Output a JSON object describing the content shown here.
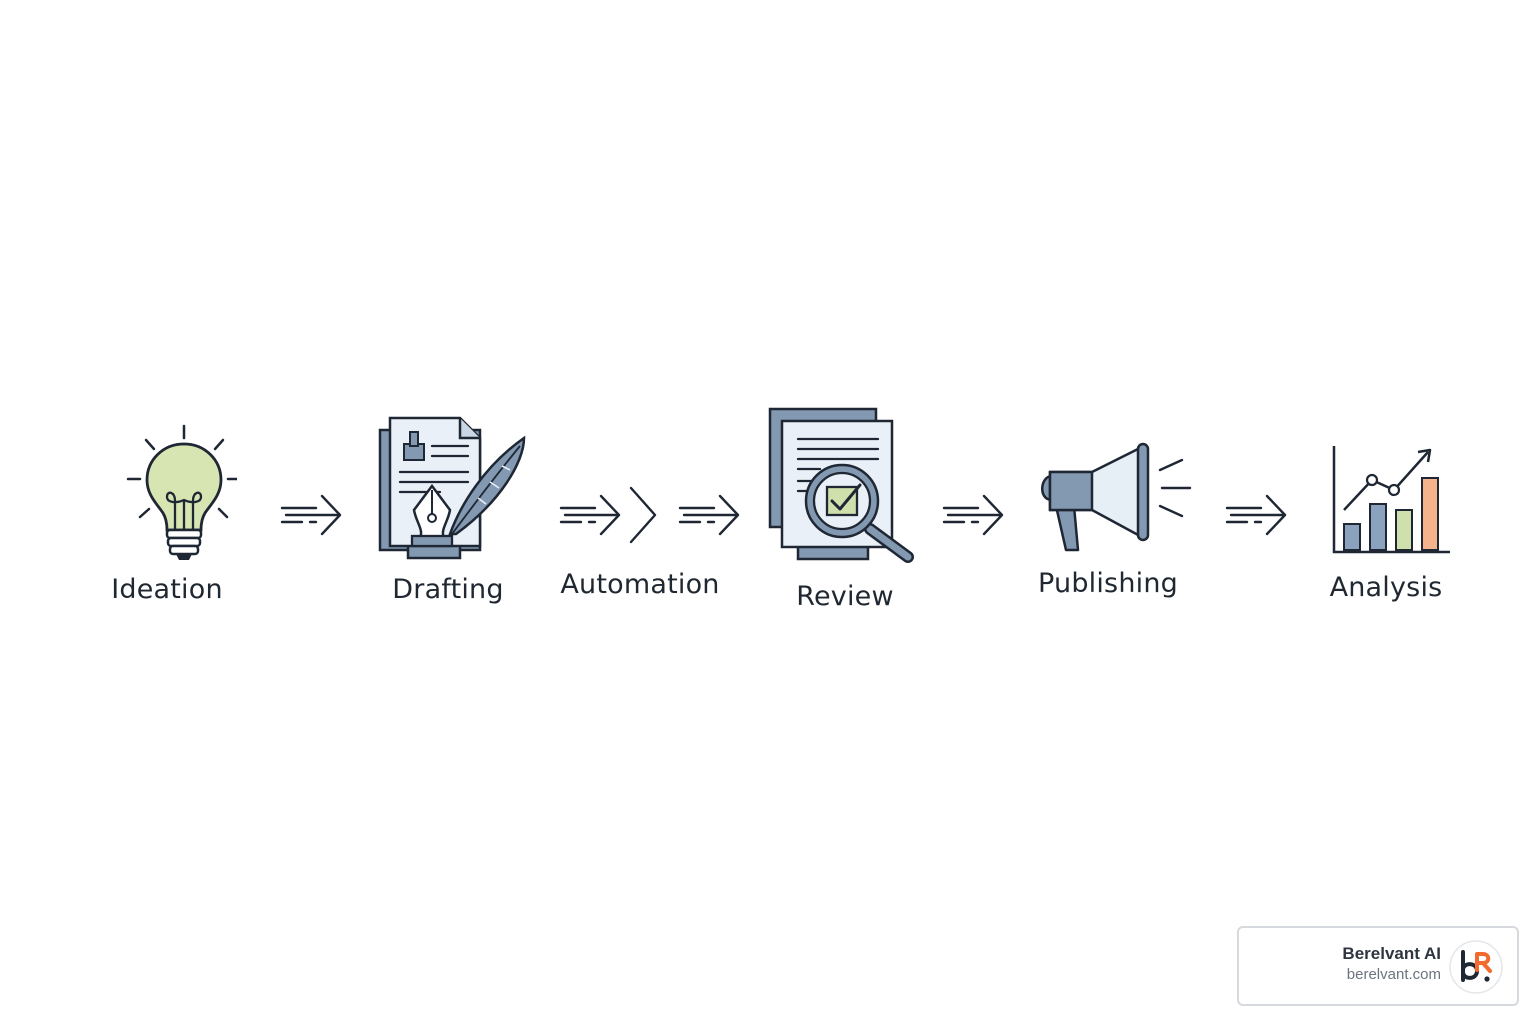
{
  "stages": [
    {
      "label": "Ideation",
      "icon": "lightbulb-icon"
    },
    {
      "label": "Drafting",
      "icon": "document-pen-feather-icon"
    },
    {
      "label": "Automation",
      "icon": "double-chevron-icon"
    },
    {
      "label": "Review",
      "icon": "document-magnifier-check-icon"
    },
    {
      "label": "Publishing",
      "icon": "megaphone-icon"
    },
    {
      "label": "Analysis",
      "icon": "bar-chart-trend-icon"
    }
  ],
  "arrow_icon": "dashed-arrow-icon",
  "brand": {
    "name": "Berelvant AI",
    "url": "berelvant.com",
    "logo": "berelvant-logo-icon"
  },
  "colors": {
    "ink": "#1e2733",
    "slate_blue": "#7e93ab",
    "pale_blue": "#e6eef6",
    "bulb_green": "#d6e5b2",
    "bar_blue": "#8aa2bd",
    "bar_green": "#cfe0ad",
    "bar_orange": "#f4b38a",
    "logo_orange": "#f26b2c"
  }
}
